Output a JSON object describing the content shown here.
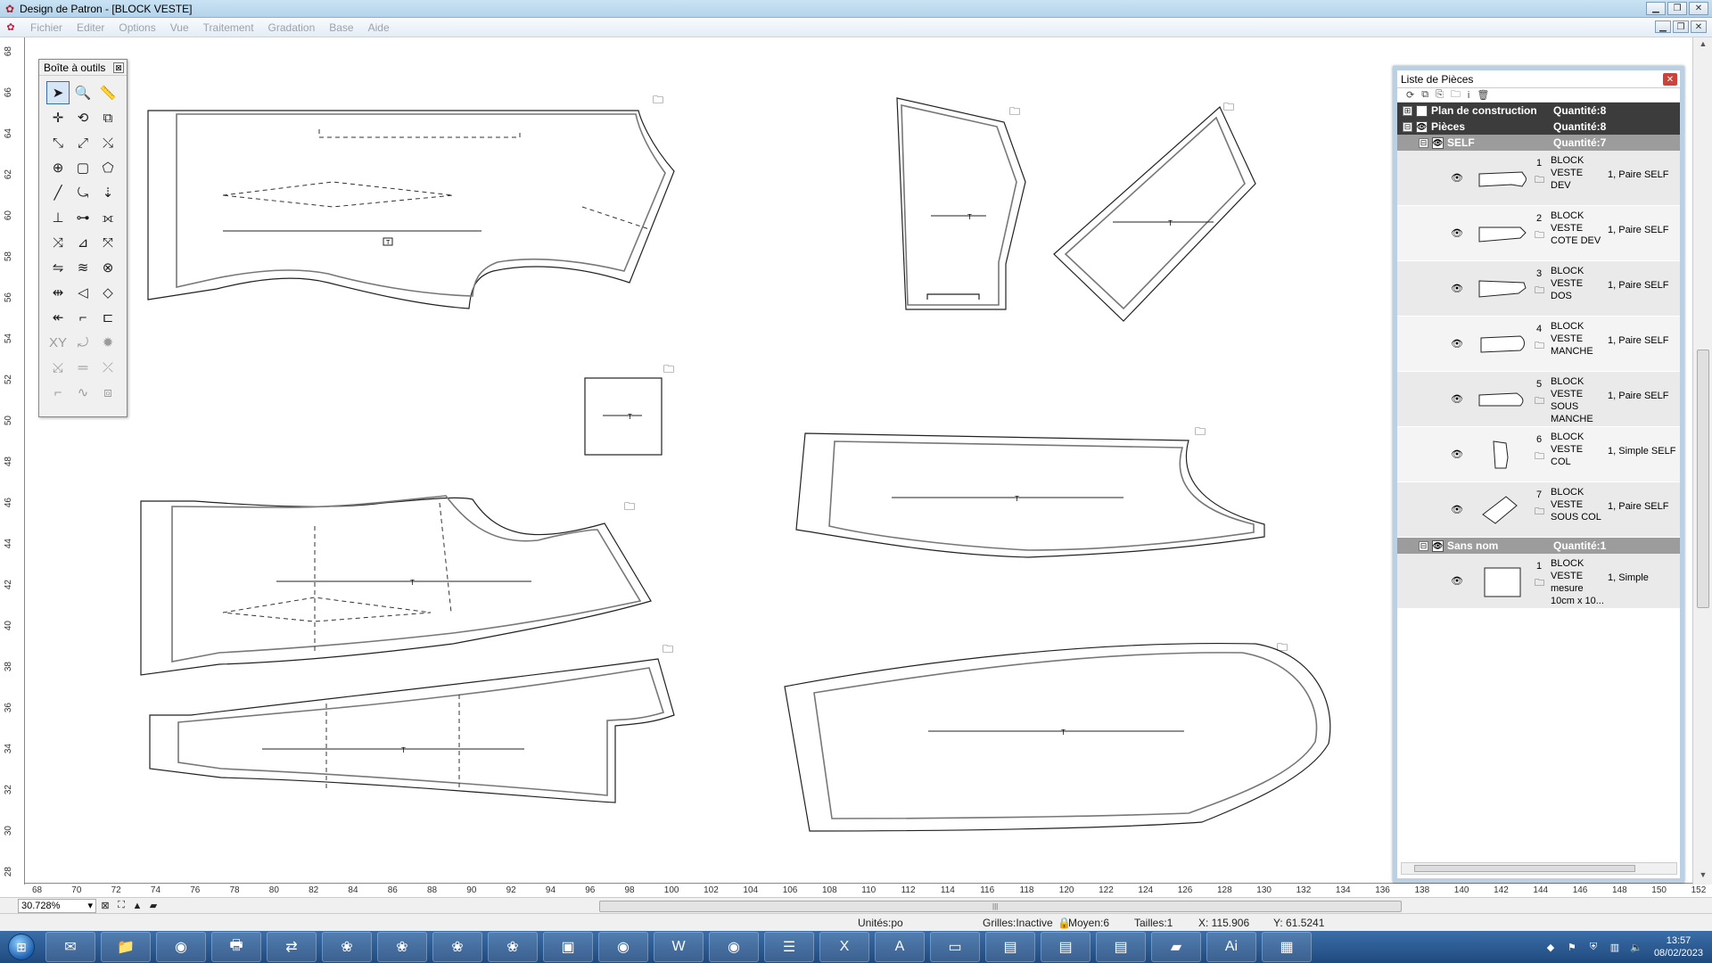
{
  "window": {
    "title": "Design de Patron - [BLOCK VESTE]",
    "app_icon": "app-logo-icon",
    "controls": [
      "minimize-icon",
      "maximize-icon",
      "close-icon"
    ]
  },
  "menu": {
    "items": [
      "Fichier",
      "Editer",
      "Options",
      "Vue",
      "Traitement",
      "Gradation",
      "Base",
      "Aide"
    ]
  },
  "ruler": {
    "left_ticks": [
      "68",
      "66",
      "64",
      "62",
      "60",
      "58",
      "56",
      "54",
      "52",
      "50",
      "48",
      "46",
      "44",
      "42",
      "40",
      "38",
      "36",
      "34",
      "32",
      "30",
      "28"
    ],
    "bottom_ticks": [
      "68",
      "70",
      "72",
      "74",
      "76",
      "78",
      "80",
      "82",
      "84",
      "86",
      "88",
      "90",
      "92",
      "94",
      "96",
      "98",
      "100",
      "102",
      "104",
      "106",
      "108",
      "110",
      "112",
      "114",
      "116",
      "118",
      "120",
      "122",
      "124",
      "126",
      "128",
      "130",
      "132",
      "134",
      "136",
      "138",
      "140",
      "142",
      "144",
      "146",
      "148",
      "150",
      "152"
    ]
  },
  "toolbox": {
    "title": "Boîte à outils",
    "close": "⊠",
    "tools": [
      "select-arrow-icon",
      "zoom-icon",
      "measure-ruler-icon",
      "intersect-icon",
      "rotate-icon",
      "piece-copy-icon",
      "dart-icon",
      "notch-icon",
      "line-split-icon",
      "circle-point-icon",
      "rectangle-icon",
      "polygon-icon",
      "line-icon",
      "curve-icon",
      "point-down-icon",
      "seam-icon",
      "cut-line-icon",
      "fit-icon",
      "point-move-icon",
      "triangle-icon",
      "move-piece-icon",
      "flip-icon",
      "pleat-icon",
      "grade-icon",
      "stretch-icon",
      "fold-icon",
      "mirror-icon",
      "arc-icon",
      "corner-icon",
      "angle-icon",
      "xy-swap-icon",
      "xy-rotate-icon",
      "gear-target-icon",
      "xy-move-icon",
      "horizontal-icon",
      "diag-icon",
      "step-icon",
      "wave-icon",
      "resize-icon"
    ]
  },
  "piece_list": {
    "title": "Liste de Pièces",
    "close": "✕",
    "toolbar": [
      "refresh-icon",
      "copy-icon",
      "paste-icon",
      "folder-icon",
      "info-icon",
      "delete-icon"
    ],
    "groups": [
      {
        "label": "Plan de construction",
        "quantity": "Quantité:8",
        "expander": "⊞",
        "style": "dark"
      },
      {
        "label": "Pièces",
        "quantity": "Quantité:8",
        "expander": "⊟",
        "style": "dark"
      },
      {
        "label": "SELF",
        "quantity": "Quantité:7",
        "expander": "⊟",
        "style": "mid"
      }
    ],
    "self_pieces": [
      {
        "num": "1",
        "name": "BLOCK VESTE DEV",
        "qty": "1, Paire SELF",
        "shape": "dev"
      },
      {
        "num": "2",
        "name": "BLOCK VESTE COTE DEV",
        "qty": "1, Paire SELF",
        "shape": "cote"
      },
      {
        "num": "3",
        "name": "BLOCK VESTE DOS",
        "qty": "1, Paire SELF",
        "shape": "dos"
      },
      {
        "num": "4",
        "name": "BLOCK VESTE MANCHE",
        "qty": "1, Paire SELF",
        "shape": "manche"
      },
      {
        "num": "5",
        "name": "BLOCK VESTE SOUS MANCHE",
        "qty": "1, Paire SELF",
        "shape": "sousmanche"
      },
      {
        "num": "6",
        "name": "BLOCK VESTE COL",
        "qty": "1, Simple SELF",
        "shape": "col"
      },
      {
        "num": "7",
        "name": "BLOCK VESTE SOUS COL",
        "qty": "1, Paire SELF",
        "shape": "souscol"
      }
    ],
    "sans_nom": {
      "label": "Sans nom",
      "quantity": "Quantité:1",
      "expander": "⊟"
    },
    "other_pieces": [
      {
        "num": "1",
        "name": "BLOCK VESTE mesure 10cm x 10...",
        "qty": "1, Simple",
        "shape": "square"
      }
    ]
  },
  "zoom": {
    "value": "30.728%",
    "icons": [
      "fit-page-icon",
      "fit-all-icon",
      "mountain-icon",
      "layers-icon"
    ]
  },
  "status": {
    "units": "Unités:po",
    "grid": "Grilles:Inactive",
    "lock": "🔒",
    "medium": "Moyen:6",
    "sizes": "Tailles:1",
    "x": "X: 115.906",
    "y": "Y: 61.5241"
  },
  "taskbar": {
    "start": "⊞",
    "apps": [
      "folder-star-icon",
      "explorer-icon",
      "chrome-icon",
      "printer-icon",
      "network-icon",
      "patron-icon-1",
      "patron-icon-2",
      "patron-icon-3",
      "patron-icon-4",
      "monitor-icon",
      "chrome-icon-2",
      "word-icon",
      "chrome-icon-3",
      "control-panel-icon",
      "excel-icon",
      "acrobat-icon",
      "screen-icon",
      "doc-icon-1",
      "doc-icon-2",
      "doc-icon-3",
      "folder-icon",
      "illustrator-icon",
      "calculator-icon"
    ],
    "app_glyphs": [
      "✉",
      "📁",
      "◉",
      "🖶",
      "⇄",
      "❀",
      "❀",
      "❀",
      "❀",
      "▣",
      "◉",
      "W",
      "◉",
      "☰",
      "X",
      "A",
      "▭",
      "▤",
      "▤",
      "▤",
      "▰",
      "Ai",
      "▦"
    ],
    "time": "13:57",
    "date": "08/02/2023"
  }
}
